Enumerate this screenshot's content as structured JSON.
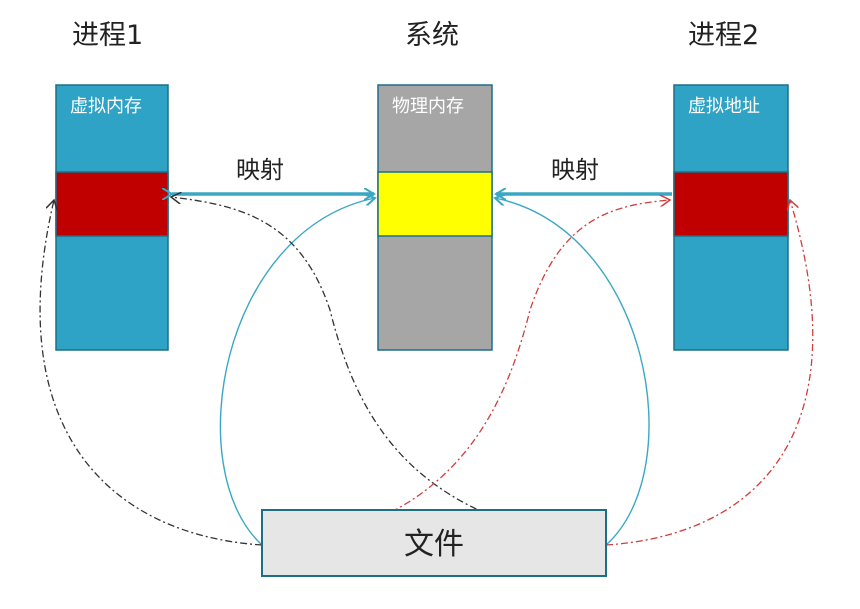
{
  "titles": {
    "process1": "进程1",
    "system": "系统",
    "process2": "进程2"
  },
  "blocks": {
    "process1_label": "虚拟内存",
    "system_label": "物理内存",
    "process2_label": "虚拟地址"
  },
  "arrows": {
    "left_map_label": "映射",
    "right_map_label": "映射"
  },
  "file": {
    "label": "文件"
  },
  "colors": {
    "block_blue": "#2ea3c5",
    "block_gray": "#a6a6a6",
    "mapped_red": "#c00000",
    "mapped_yellow": "#ffff00",
    "file_fill": "#e6e6e6",
    "arrow_teal": "#3aa7c4",
    "curve_black": "#333333",
    "curve_red": "#d23c3c"
  }
}
